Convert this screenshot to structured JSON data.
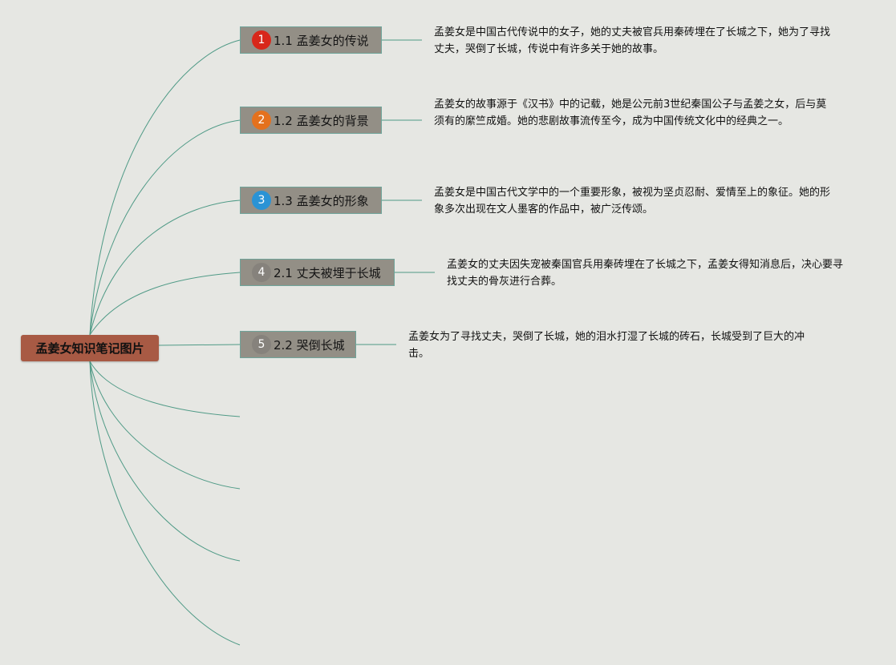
{
  "root": {
    "label": "孟姜女知识笔记图片"
  },
  "colors": {
    "background": "#e6e7e3",
    "root_fill": "#a85a44",
    "topic_fill": "#938f86",
    "topic_border": "#6fa49a",
    "connector": "#4f9a86"
  },
  "topics": [
    {
      "number": "1",
      "badge_color": "#d8271a",
      "label": "1.1 孟姜女的传说",
      "note": "孟姜女是中国古代传说中的女子，她的丈夫被官兵用秦砖埋在了长城之下，她为了寻找丈夫，哭倒了长城，传说中有许多关于她的故事。"
    },
    {
      "number": "2",
      "badge_color": "#e4711e",
      "label": "1.2 孟姜女的背景",
      "note": "孟姜女的故事源于《汉书》中的记载，她是公元前3世纪秦国公子与孟姜之女，后与莫须有的縻竺成婚。她的悲剧故事流传至今，成为中国传统文化中的经典之一。"
    },
    {
      "number": "3",
      "badge_color": "#2a93d5",
      "label": "1.3 孟姜女的形象",
      "note": "孟姜女是中国古代文学中的一个重要形象，被视为坚贞忍耐、爱情至上的象征。她的形象多次出现在文人墨客的作品中，被广泛传颂。"
    },
    {
      "number": "4",
      "badge_color": "#86827c",
      "label": "2.1 丈夫被埋于长城",
      "note": "孟姜女的丈夫因失宠被秦国官兵用秦砖埋在了长城之下，孟姜女得知消息后，决心要寻找丈夫的骨灰进行合葬。"
    },
    {
      "number": "5",
      "badge_color": "#86827c",
      "label": "2.2 哭倒长城",
      "note": "孟姜女为了寻找丈夫，哭倒了长城，她的泪水打湿了长城的砖石，长城受到了巨大的冲击。"
    }
  ]
}
